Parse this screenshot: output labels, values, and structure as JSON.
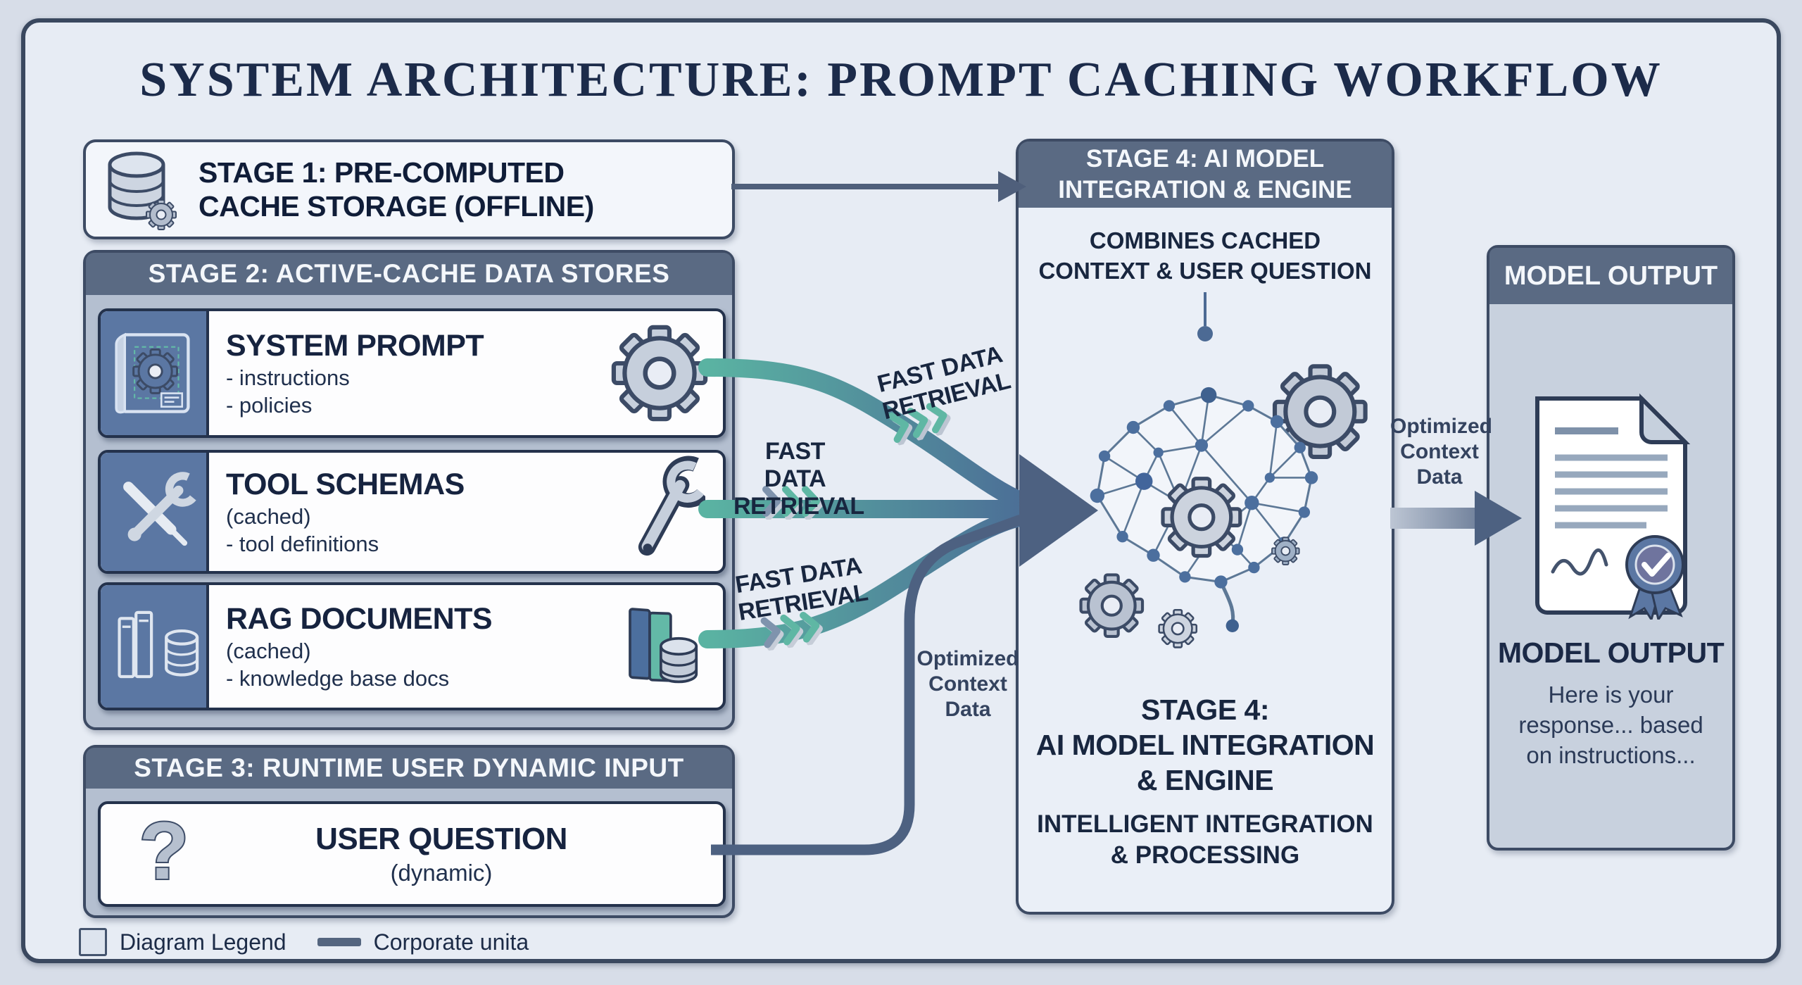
{
  "title": "SYSTEM ARCHITECTURE: PROMPT CACHING WORKFLOW",
  "stage1": {
    "line1": "STAGE 1: PRE-COMPUTED",
    "line2": "CACHE STORAGE (OFFLINE)"
  },
  "stage2": {
    "header": "STAGE 2: ACTIVE-CACHE DATA STORES",
    "cards": [
      {
        "title": "SYSTEM PROMPT",
        "lines": [
          "- instructions",
          "- policies"
        ]
      },
      {
        "title": "TOOL SCHEMAS",
        "lines": [
          "(cached)",
          "- tool definitions"
        ]
      },
      {
        "title": "RAG DOCUMENTS",
        "lines": [
          "(cached)",
          "- knowledge base docs"
        ]
      }
    ]
  },
  "stage3": {
    "header": "STAGE 3: RUNTIME USER DYNAMIC INPUT",
    "card_title": "USER QUESTION",
    "card_subtitle": "(dynamic)"
  },
  "stage4": {
    "header_line1": "STAGE 4: AI MODEL",
    "header_line2": "INTEGRATION & ENGINE",
    "combines_line1": "COMBINES CACHED",
    "combines_line2": "CONTEXT & USER QUESTION",
    "title_line1": "STAGE 4:",
    "title_line2": "AI MODEL INTEGRATION",
    "title_line3": "& ENGINE",
    "subtitle_line1": "INTELLIGENT INTEGRATION",
    "subtitle_line2": "& PROCESSING"
  },
  "model_output": {
    "header": "MODEL OUTPUT",
    "title": "MODEL OUTPUT",
    "line1": "Here is your",
    "line2": "response... based",
    "line3": "on instructions..."
  },
  "labels": {
    "fast_line1": "FAST DATA",
    "fast_line2": "RETRIEVAL",
    "opt_line1": "Optimized",
    "opt_line2": "Context",
    "opt_line3": "Data"
  },
  "legend": {
    "item1": "Diagram Legend",
    "item2": "Corporate unita"
  },
  "icons": {
    "stage1": "database-gear-icon",
    "system_prompt_left": "blueprint-gear-icon",
    "system_prompt_right": "gear-icon",
    "tool_schemas_left": "crossed-tools-icon",
    "tool_schemas_right": "wrench-icon",
    "rag_left": "books-database-icon",
    "rag_right": "books-database-color-icon",
    "user_question": "question-mark-icon",
    "stage4": "brain-network-gears-icon",
    "model_output": "document-seal-icon"
  },
  "colors": {
    "teal_arrow": "#5fb7a4",
    "slate_header": "#5a6a83",
    "navy_text": "#18263f",
    "arrow_blue": "#4d6181",
    "panel_blue": "#5b77a3"
  }
}
